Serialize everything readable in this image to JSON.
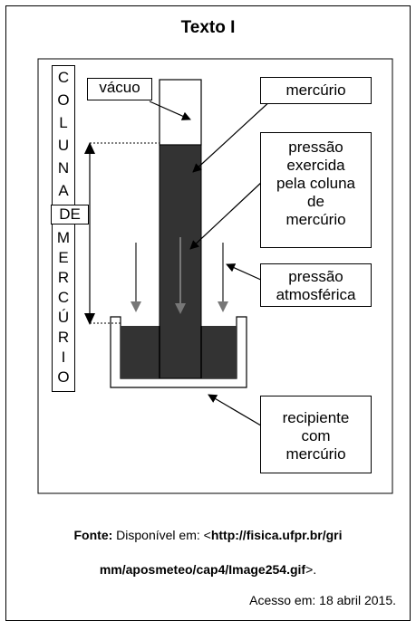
{
  "title": "Texto I",
  "column_label": {
    "letters_top": [
      "C",
      "O",
      "L",
      "U",
      "N",
      "A"
    ],
    "middle": "DE",
    "letters_bottom": [
      "M",
      "E",
      "R",
      "C",
      "Ú",
      "R",
      "I",
      "O"
    ]
  },
  "labels": {
    "vacuum": "vácuo",
    "mercury": "mercúrio",
    "column_pressure": [
      "pressão",
      "exercida",
      "pela coluna",
      "de",
      "mercúrio"
    ],
    "atmospheric_pressure": [
      "pressão",
      "atmosférica"
    ],
    "container": [
      "recipiente",
      "com",
      "mercúrio"
    ]
  },
  "source": {
    "prefix": "Fonte:",
    "text": "Disponível em: <",
    "url_line1": "http://fisica.ufpr.br/gri",
    "url_line2": "mm/aposmeteo/cap4/Image254.gif",
    "suffix": ">.",
    "access": "Acesso em: 18 abril 2015."
  },
  "colors": {
    "mercury": "#333333",
    "outline": "#000000",
    "arrow_gray": "#777777"
  }
}
